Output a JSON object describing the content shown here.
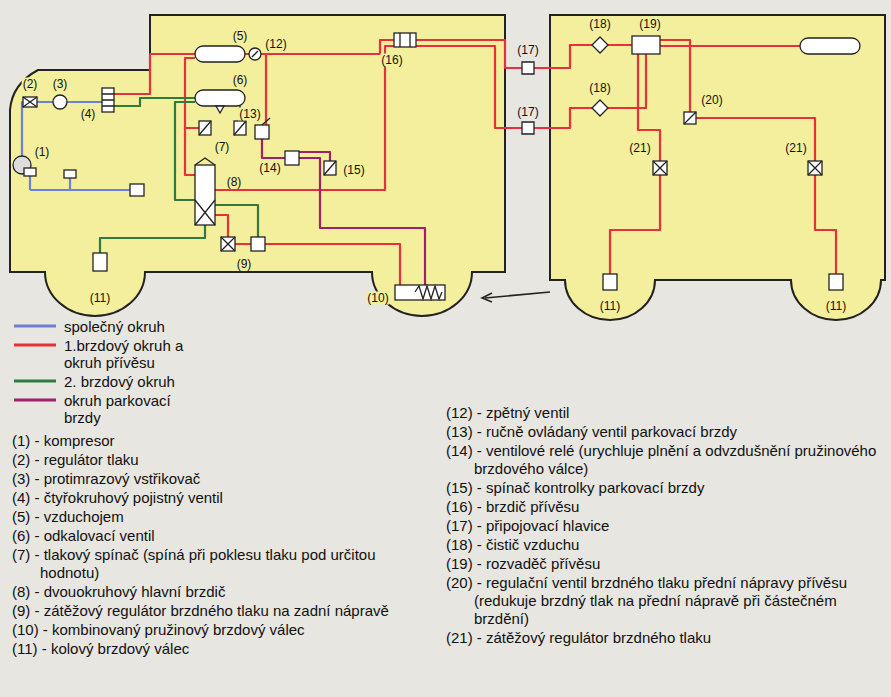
{
  "diagram": {
    "labels": [
      "(1)",
      "(2)",
      "(3)",
      "(4)",
      "(5)",
      "(6)",
      "(12)",
      "(13)",
      "(7)",
      "(14)",
      "(15)",
      "(16)",
      "(8)",
      "(9)",
      "(10)",
      "(11)",
      "(17)",
      "(17)",
      "(18)",
      "(18)",
      "(19)",
      "(20)",
      "(21)",
      "(21)",
      "(11)",
      "(11)",
      "(1) - kompresor",
      "(2) - regulátor tlaku",
      "(3) - protimrazový vstřikovač",
      "(4) - čtyřokruhový pojistný ventil",
      "(5) - vzduchojem",
      "(6) - odkalovací ventil",
      "(7) - tlakový spínač (spíná při poklesu tlaku pod určitou hodnotu)",
      "(8) - dvouokruhový hlavní brzdič",
      "(9) - zátěžový regulátor brzdného tlaku na zadní nápravě",
      "(10) - kombinovaný pružinový brzdový válec",
      "(11) - kolový brzdový válec",
      "(12) - zpětný ventil",
      "(13) - ručně ovládaný ventil parkovací brzdy",
      "(14) - ventilové relé (urychluje plnění a odvzdušnění pružinového brzdového válce)",
      "(15) - spínač kontrolky parkovací brzdy",
      "(16) - brzdič přívěsu",
      "(17) - připojovací hlavice",
      "(18) - čistič vzduchu",
      "(19) - rozvaděč přívěsu",
      "(20) - regulační ventil brzdného tlaku přední nápravy přívěsu (redukuje brzdný tlak na přední nápravě při částečném brzdění)",
      "(21) - zátěžový regulátor brzdného tlaku"
    ],
    "legend": [
      {
        "text": "společný okruh",
        "color": "#6f7fd8"
      },
      {
        "text": "1.brzdový okruh a okruh přívěsu",
        "color": "#e8303a"
      },
      {
        "text": "2. brzdový okruh",
        "color": "#2f7a3e"
      },
      {
        "text": "okruh parkovací brzdy",
        "color": "#a0206a"
      }
    ]
  }
}
